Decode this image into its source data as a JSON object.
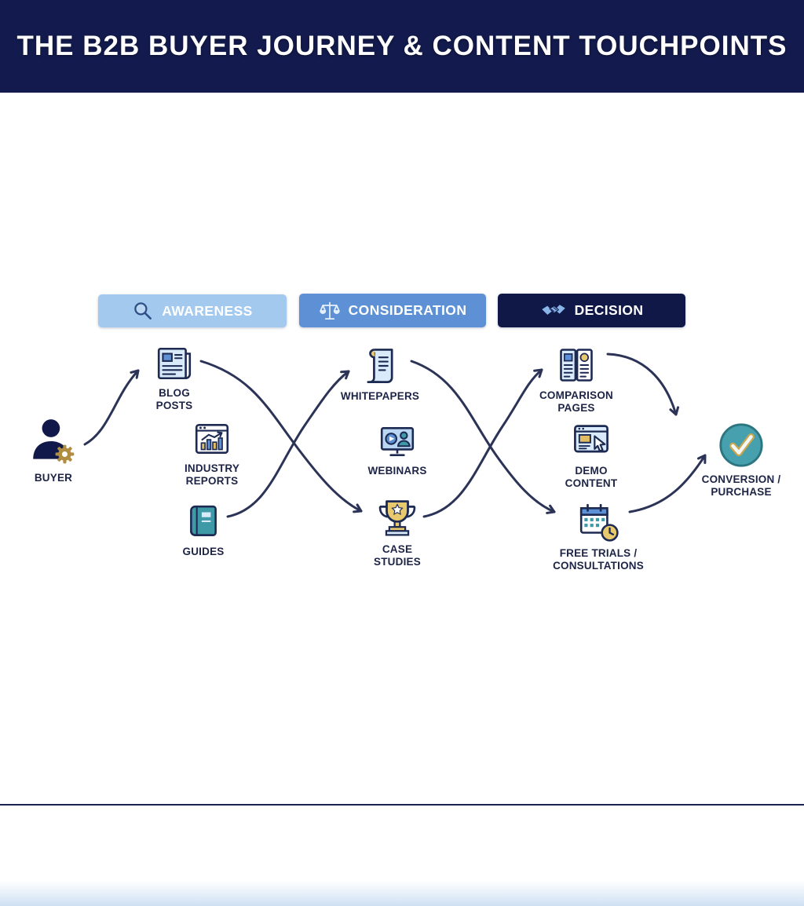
{
  "header": {
    "title": "THE B2B BUYER JOURNEY & CONTENT TOUCHPOINTS"
  },
  "stages": [
    {
      "label": "AWARENESS"
    },
    {
      "label": "CONSIDERATION"
    },
    {
      "label": "DECISION"
    }
  ],
  "nodes": {
    "buyer": {
      "label": "BUYER"
    },
    "blog_posts": {
      "label": "BLOG POSTS"
    },
    "industry_reports": {
      "label": "INDUSTRY REPORTS"
    },
    "guides": {
      "label": "GUIDES"
    },
    "whitepapers": {
      "label": "WHITEPAPERS"
    },
    "webinars": {
      "label": "WEBINARS"
    },
    "case_studies": {
      "label": "CASE STUDIES"
    },
    "comparison_pages": {
      "label": "COMPARISON PAGES"
    },
    "demo_content": {
      "label": "DEMO CONTENT"
    },
    "free_trials": {
      "label": "FREE TRIALS / CONSULTATIONS"
    },
    "conversion": {
      "label": "CONVERSION / PURCHASE"
    }
  },
  "colors": {
    "header_bg": "#131b4e",
    "awareness_bg": "#a3c9ee",
    "consideration_bg": "#5d90d4",
    "decision_bg": "#0f1847",
    "arrow": "#2b3357",
    "accent_gold": "#e2bd63",
    "accent_teal": "#3f9aa8",
    "label_text": "#1d2445"
  }
}
